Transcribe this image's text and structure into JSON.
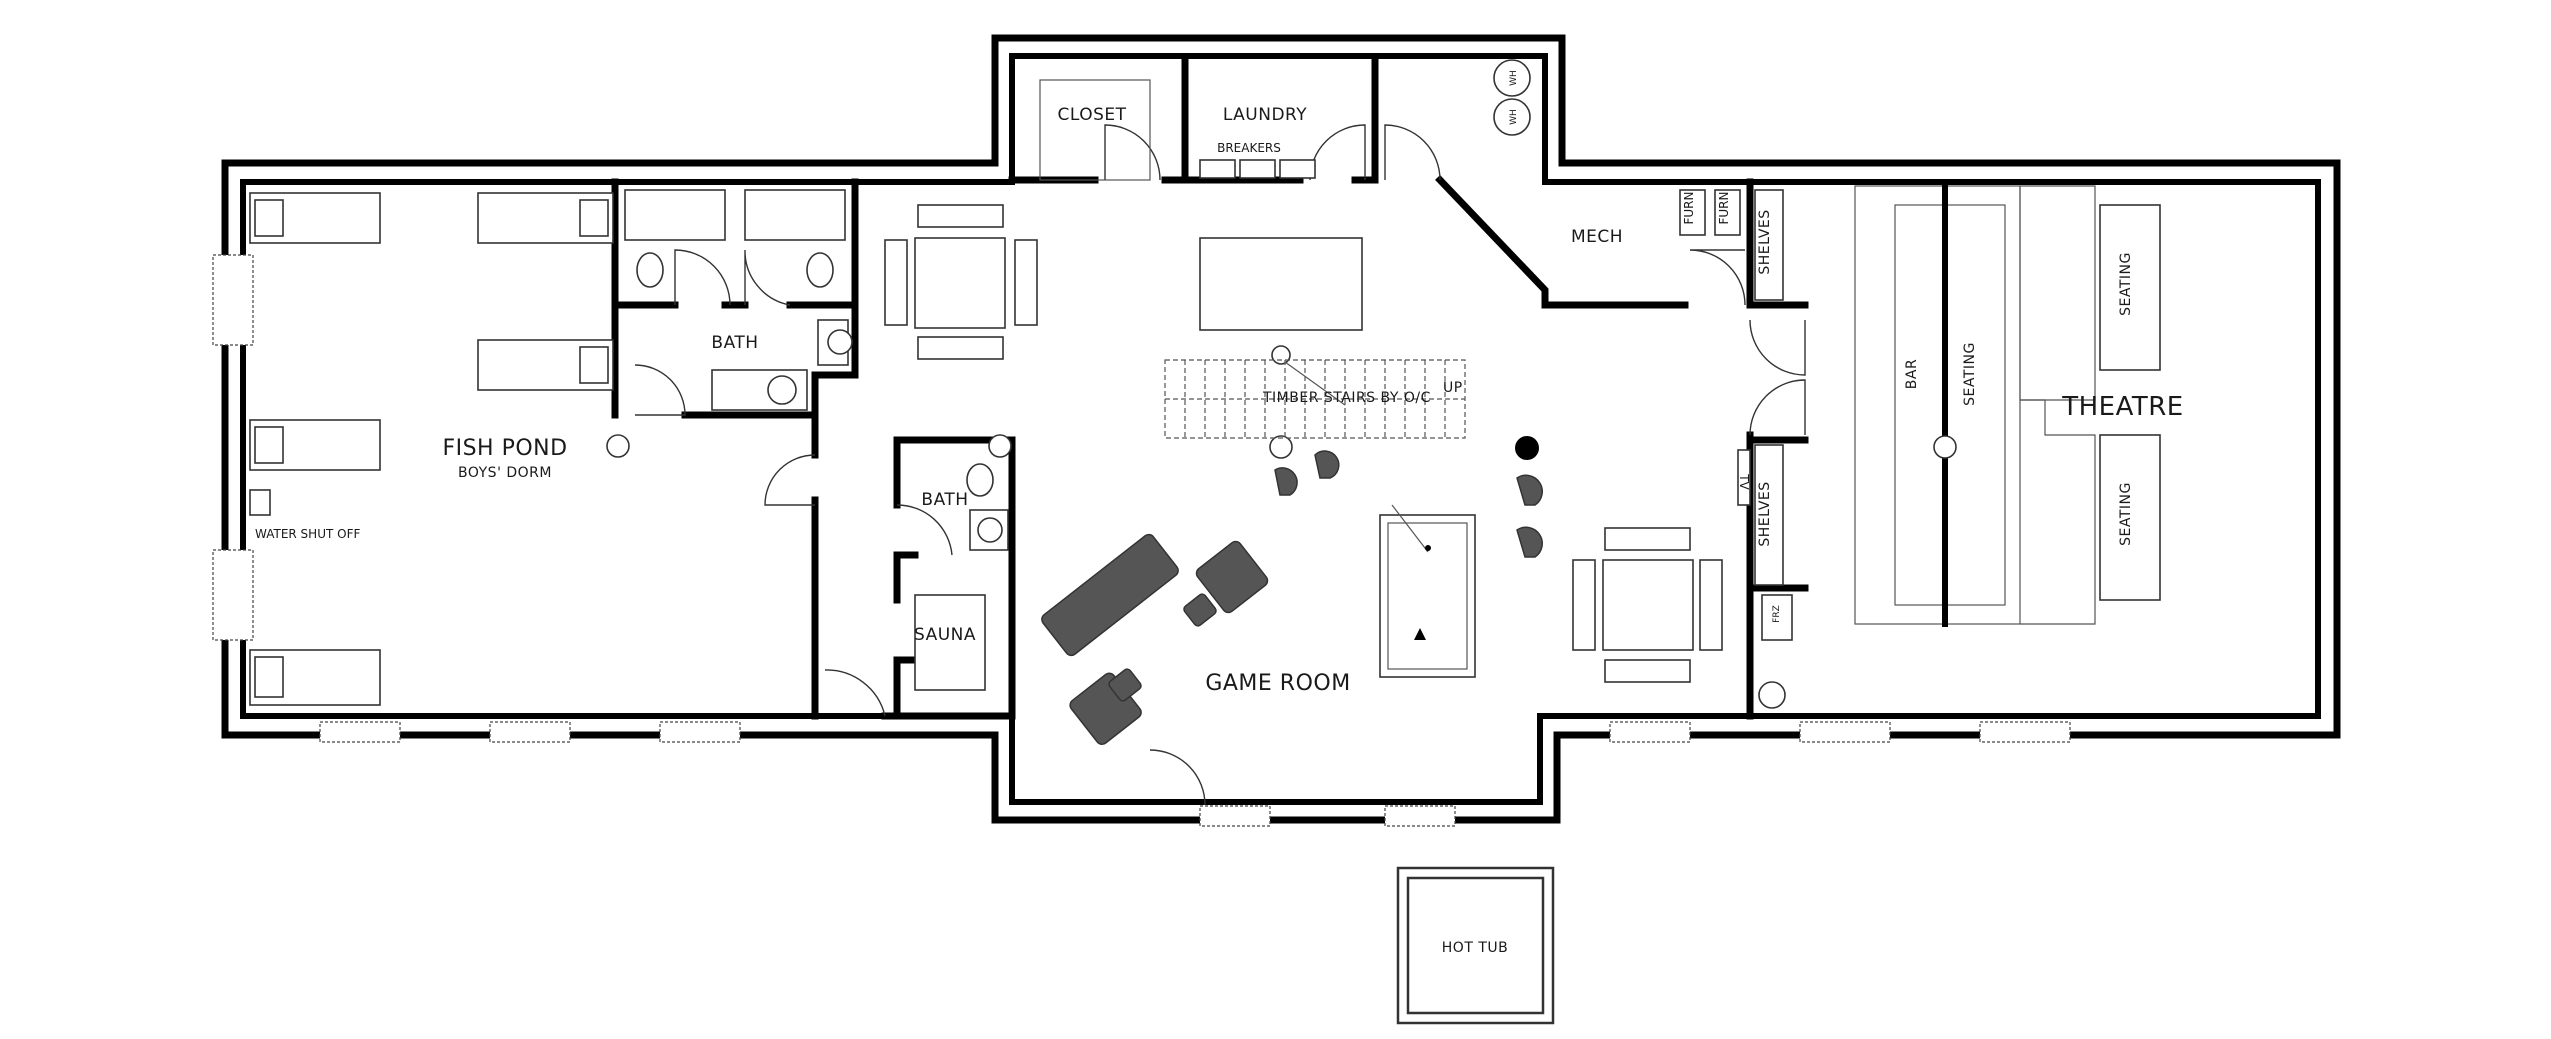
{
  "labels": {
    "closet": "CLOSET",
    "laundry": "LAUNDRY",
    "breakers": "BREAKERS",
    "wh1": "WH",
    "wh2": "WH",
    "mech": "MECH",
    "furn1": "FURN",
    "furn2": "FURN",
    "shelves_top": "SHELVES",
    "shelves_mid": "SHELVES",
    "tv": "TV",
    "frz": "FRZ",
    "bath_top": "BATH",
    "bath_mid": "BATH",
    "sauna": "SAUNA",
    "fish_pond": "FISH POND",
    "boys_dorm": "BOYS' DORM",
    "water_shut_off": "WATER SHUT OFF",
    "timber_stairs": "TIMBER STAIRS BY O/C",
    "up": "UP",
    "game_room": "GAME ROOM",
    "bar": "BAR",
    "seating_bar": "SEATING",
    "theatre": "THEATRE",
    "seating_top": "SEATING",
    "seating_bottom": "SEATING",
    "hot_tub": "HOT TUB"
  },
  "colors": {
    "wall": "#000000",
    "furniture": "#555555",
    "background": "#ffffff"
  }
}
